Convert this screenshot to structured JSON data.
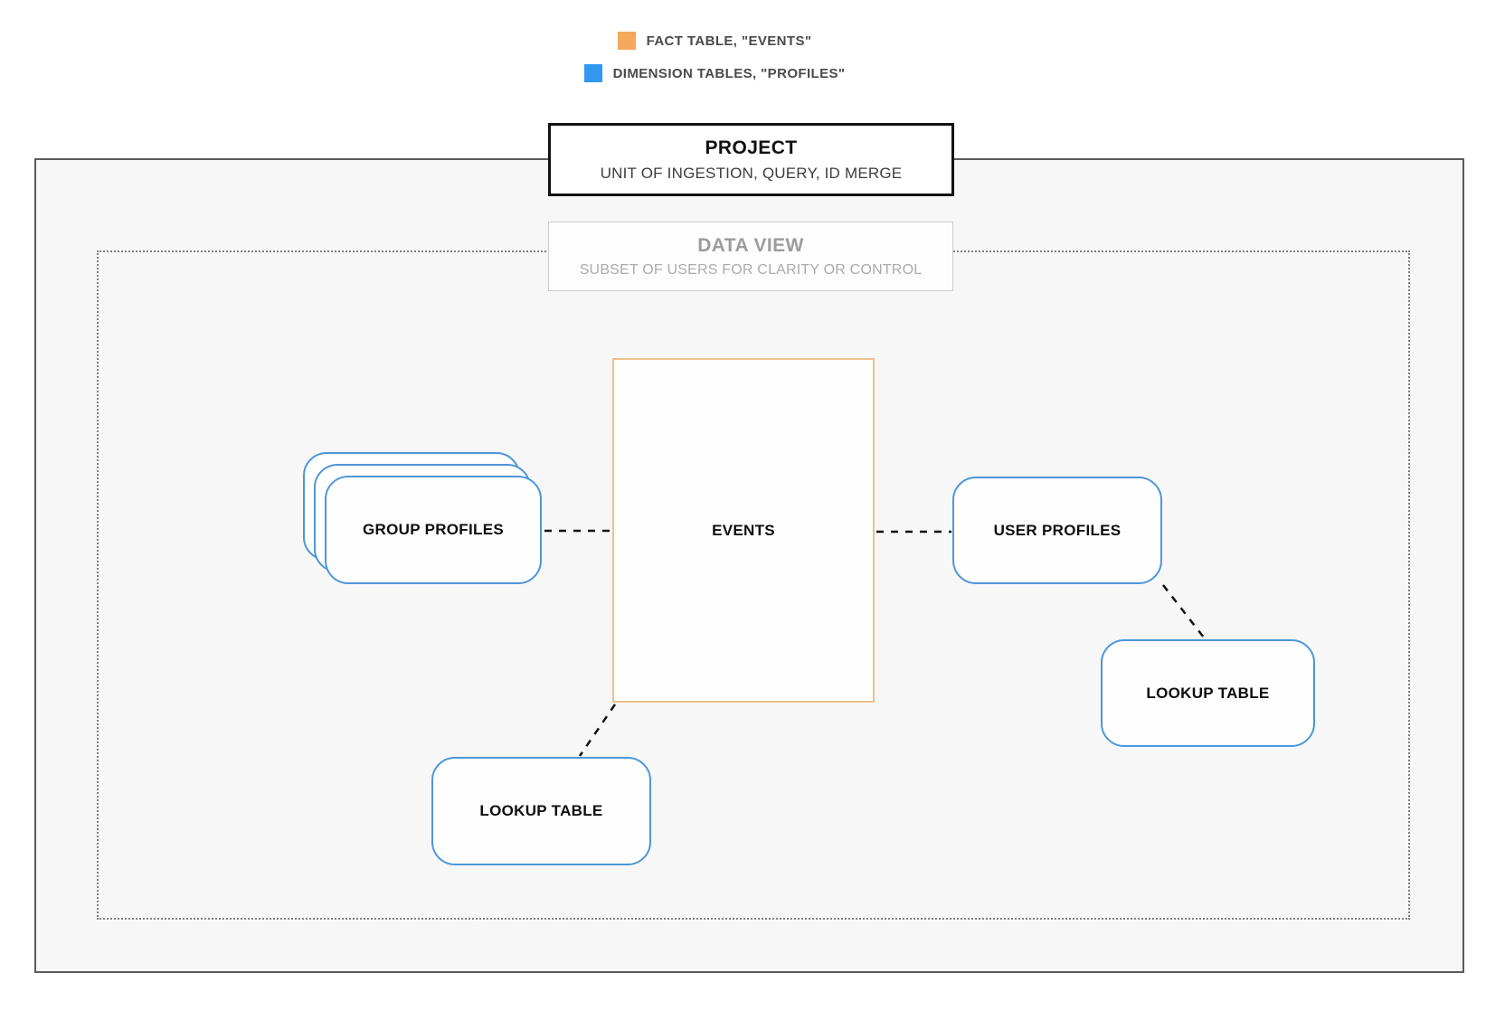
{
  "legend": {
    "items": [
      {
        "label": "FACT TABLE, \"EVENTS\"",
        "color": "#F6A85C"
      },
      {
        "label": "DIMENSION TABLES, \"PROFILES\"",
        "color": "#3297F0"
      }
    ]
  },
  "project_header": {
    "title": "PROJECT",
    "subtitle": "UNIT OF INGESTION, QUERY, ID MERGE"
  },
  "data_view_header": {
    "title": "DATA VIEW",
    "subtitle": "SUBSET OF USERS FOR CLARITY OR CONTROL"
  },
  "nodes": {
    "events": {
      "label": "EVENTS",
      "type": "fact",
      "border_color": "#ECC28D"
    },
    "group_profiles": {
      "label": "GROUP PROFILES",
      "type": "dimension",
      "border_color": "#4E96D9"
    },
    "user_profiles": {
      "label": "USER PROFILES",
      "type": "dimension",
      "border_color": "#4E96D9"
    },
    "lookup_table_left": {
      "label": "LOOKUP TABLE",
      "type": "dimension",
      "border_color": "#4E96D9"
    },
    "lookup_table_right": {
      "label": "LOOKUP TABLE",
      "type": "dimension",
      "border_color": "#4E96D9"
    }
  },
  "connections": [
    {
      "from": "group_profiles",
      "to": "events",
      "style": "dashed"
    },
    {
      "from": "events",
      "to": "user_profiles",
      "style": "dashed"
    },
    {
      "from": "events",
      "to": "lookup_table_left",
      "style": "dashed"
    },
    {
      "from": "user_profiles",
      "to": "lookup_table_right",
      "style": "dashed"
    }
  ]
}
